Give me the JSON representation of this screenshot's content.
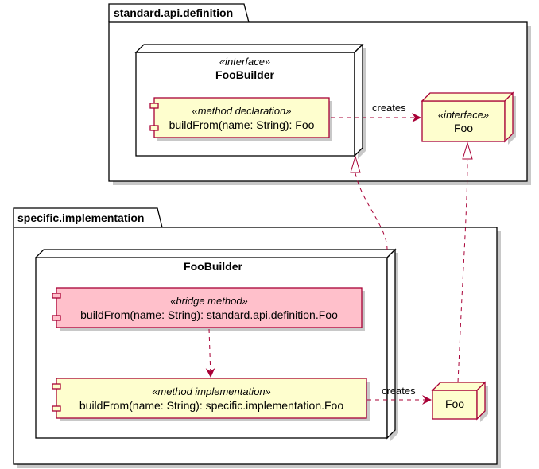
{
  "packages": {
    "api": {
      "name": "standard.api.definition"
    },
    "impl": {
      "name": "specific.implementation"
    }
  },
  "nodes": {
    "api_builder": {
      "stereotype": "«interface»",
      "name": "FooBuilder"
    },
    "api_foo": {
      "stereotype": "«interface»",
      "name": "Foo"
    },
    "impl_builder": {
      "name": "FooBuilder"
    },
    "impl_foo": {
      "name": "Foo"
    }
  },
  "components": {
    "api_method": {
      "stereotype": "«method declaration»",
      "signature": "buildFrom(name: String): Foo"
    },
    "bridge_method": {
      "stereotype": "«bridge method»",
      "signature": "buildFrom(name: String): standard.api.definition.Foo"
    },
    "impl_method": {
      "stereotype": "«method implementation»",
      "signature": "buildFrom(name: String): specific.implementation.Foo"
    }
  },
  "edges": {
    "api_creates": "creates",
    "impl_creates": "creates"
  },
  "colors": {
    "note_fill": "#FEFECE",
    "bridge_fill": "#FFC0CB",
    "border": "#A80036",
    "line": "#A80036",
    "shadow": "#C8C8C8"
  }
}
